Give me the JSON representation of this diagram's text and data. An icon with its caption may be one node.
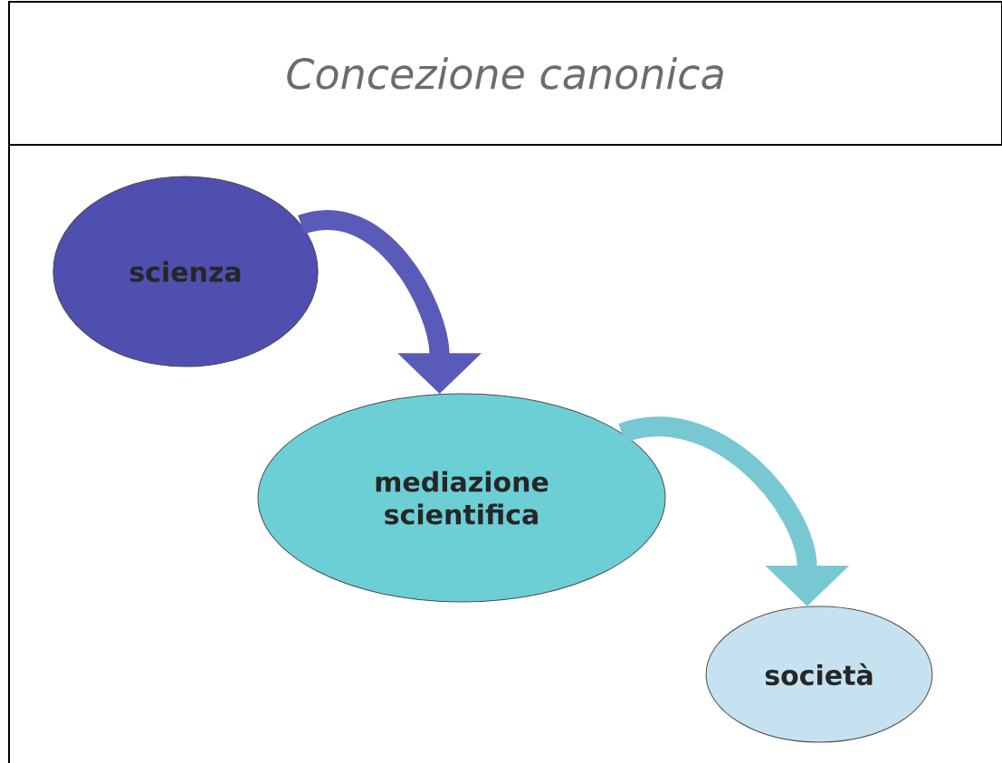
{
  "diagram": {
    "title": "Concezione canonica",
    "nodes": [
      {
        "text": [
          "scienza"
        ]
      },
      {
        "text": [
          "mediazione scientifica"
        ]
      },
      {
        "text": [
          "società"
        ]
      }
    ],
    "edges": [
      {
        "from": 0,
        "to": 1,
        "arrow": "to",
        "color": "#5a5ab8"
      },
      {
        "from": 1,
        "to": 2,
        "arrow": "to",
        "color": "#78c8d4"
      }
    ]
  }
}
